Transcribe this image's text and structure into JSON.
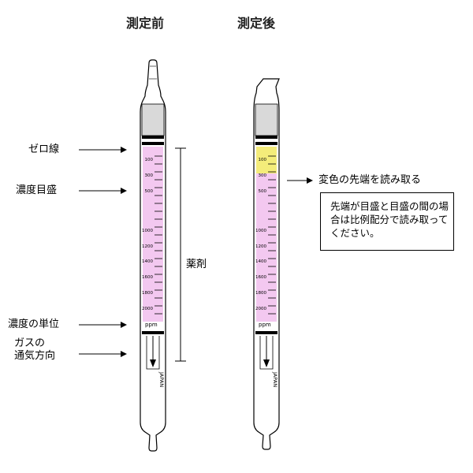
{
  "headers": {
    "before": "測定前",
    "after": "測定後"
  },
  "labels": {
    "zero_line": "ゼロ線",
    "scale": "濃度目盛",
    "unit": "濃度の単位",
    "gas_flow_1": "ガスの",
    "gas_flow_2": "通気方向",
    "reagent": "薬剤",
    "read_tip": "変色の先端を読み取る"
  },
  "note": "先端が目盛と目盛の間の場合は比例配分で読み取ってください。",
  "tube": {
    "scale_ticks": [
      "100",
      "300",
      "500",
      "1000",
      "1200",
      "1400",
      "1600",
      "1800",
      "2000"
    ],
    "unit_text": "ppm",
    "maker_text": "JAPAN"
  },
  "colors": {
    "reagent_pink": "#f3c8f0",
    "stain_yellow": "#f4ec7a",
    "glass_gray": "#d9d9d9",
    "outline": "#000000"
  }
}
